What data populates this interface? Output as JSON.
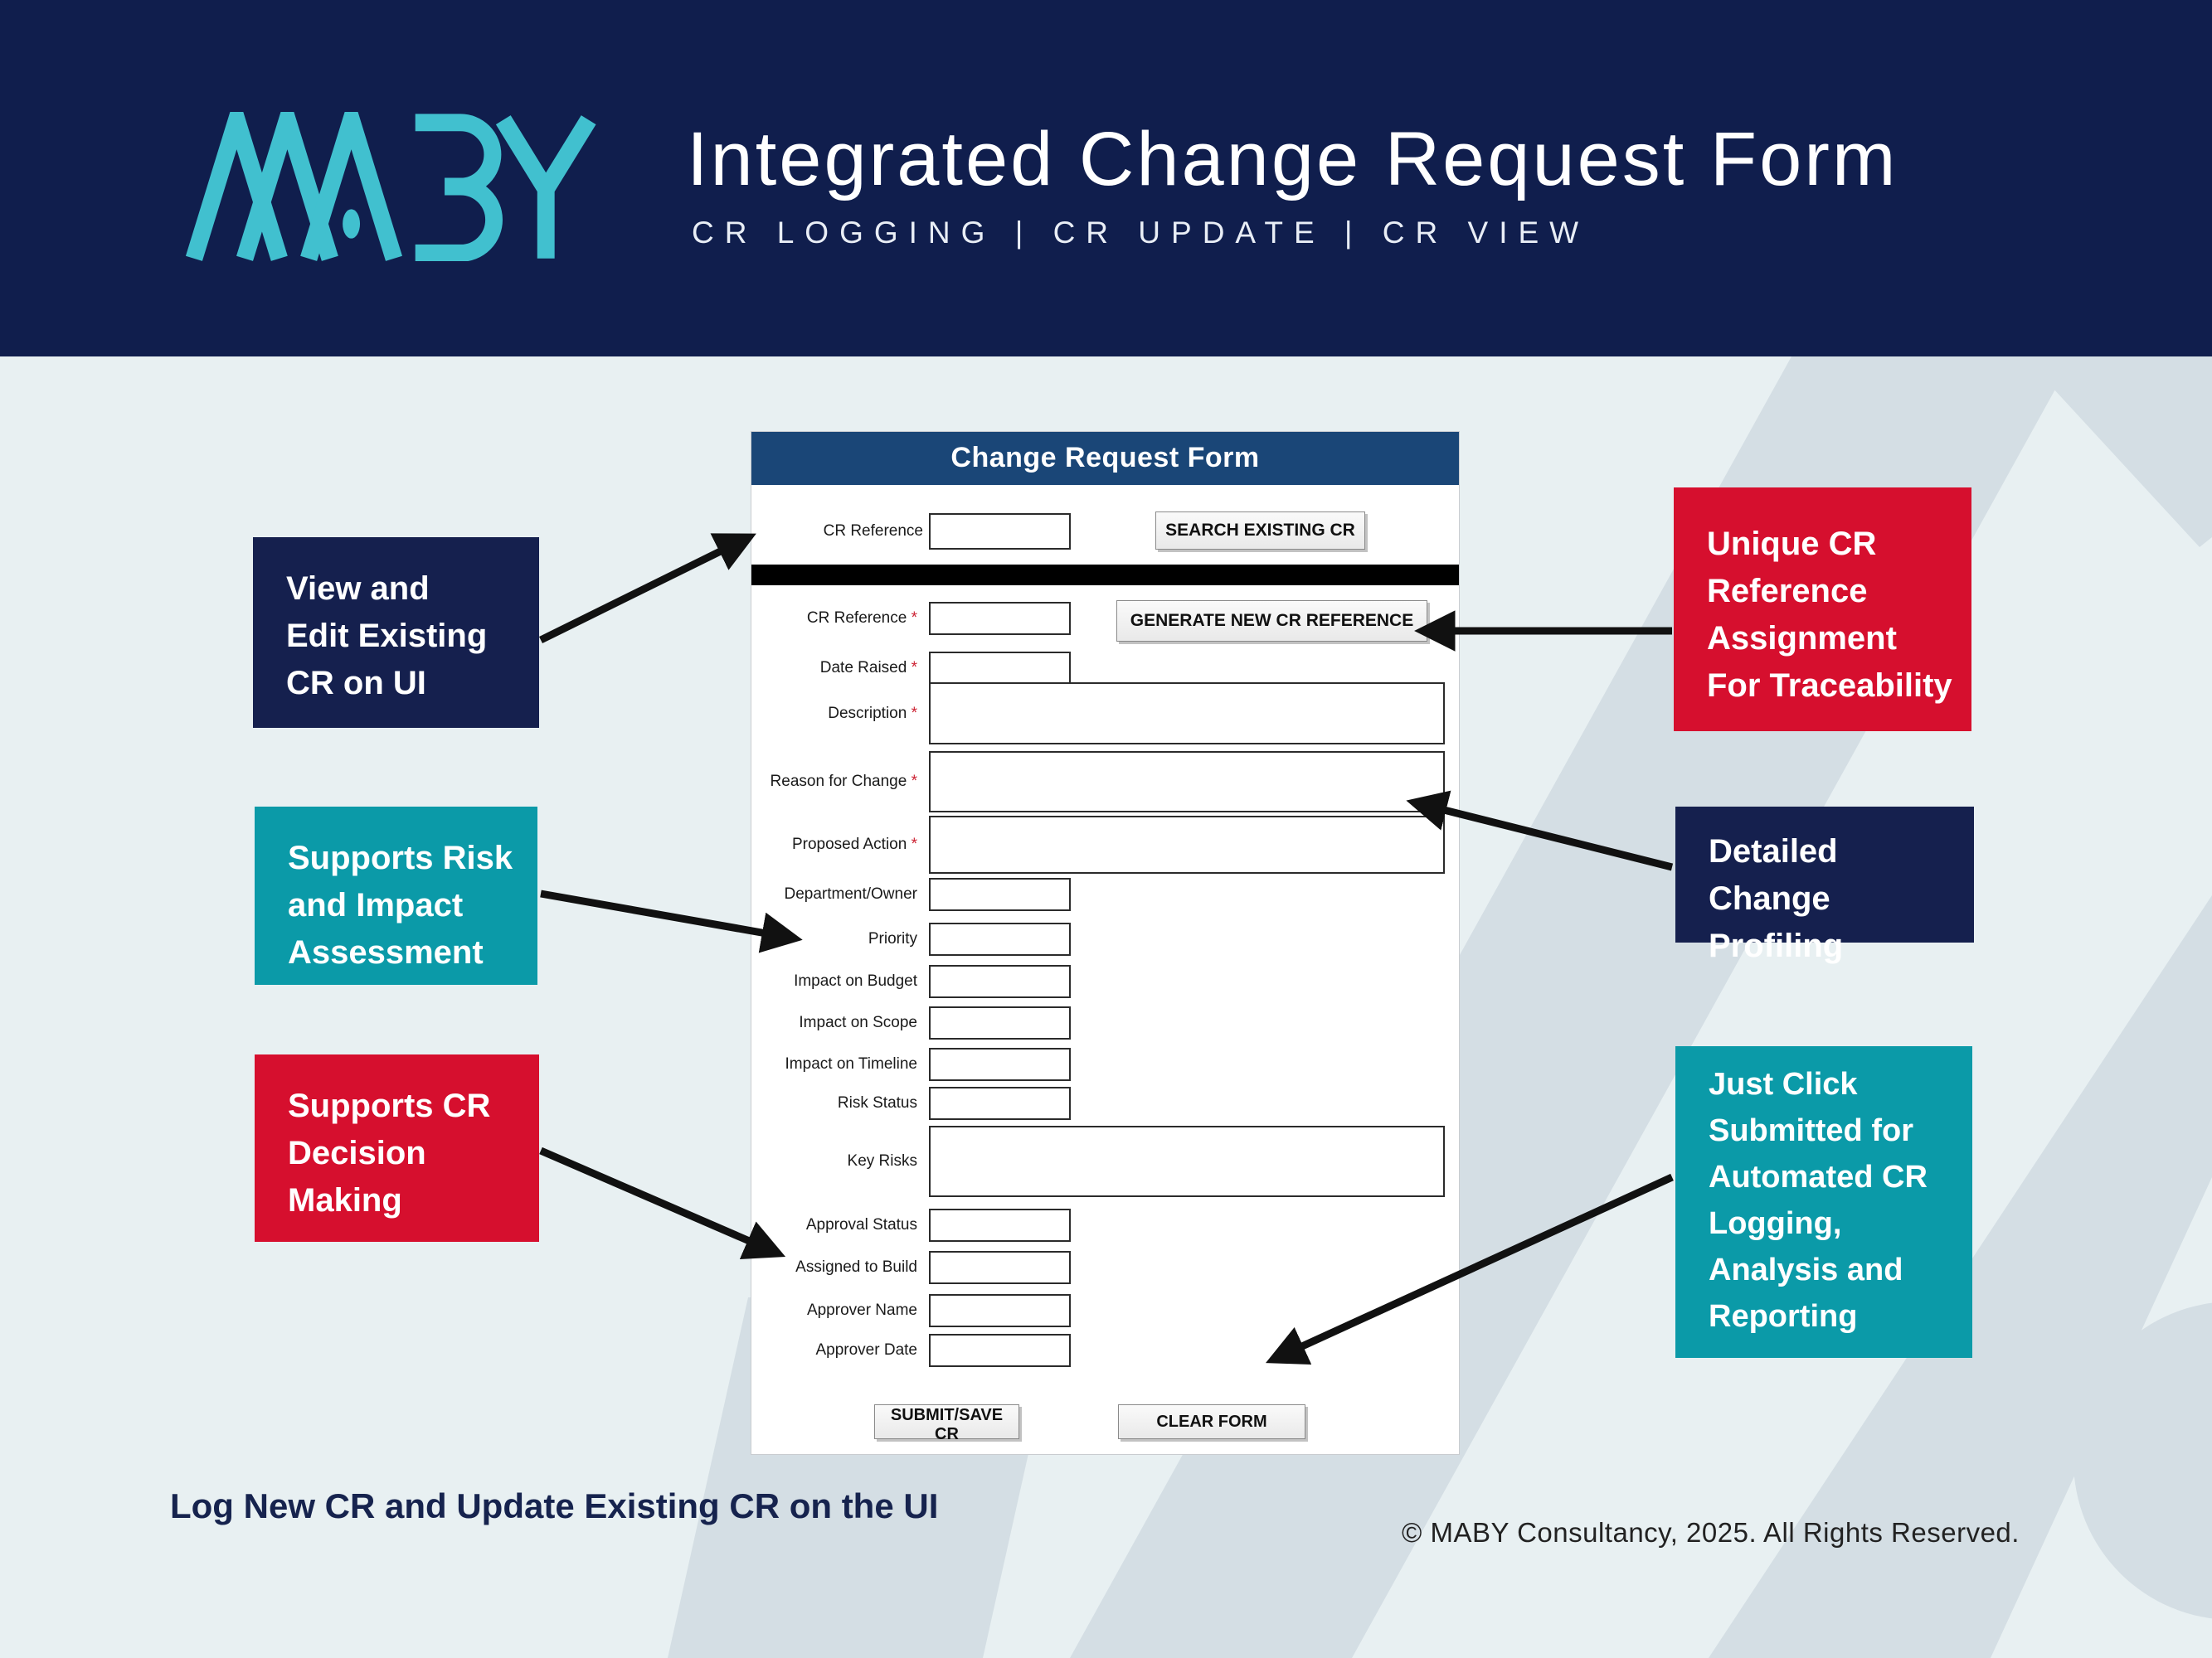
{
  "header": {
    "logo": "MABY",
    "title": "Integrated Change Request Form",
    "subtitle": "CR LOGGING | CR UPDATE | CR VIEW"
  },
  "form": {
    "title": "Change Request Form",
    "required_marker": "*",
    "search": {
      "label": "CR Reference",
      "button": "SEARCH EXISTING  CR"
    },
    "generate_button": "GENERATE NEW CR REFERENCE",
    "submit_button": "SUBMIT/SAVE CR",
    "clear_button": "CLEAR FORM",
    "fields": [
      {
        "name": "cr-reference",
        "label": "CR Reference",
        "required": true,
        "type": "input"
      },
      {
        "name": "date-raised",
        "label": "Date Raised",
        "required": true,
        "type": "input"
      },
      {
        "name": "description",
        "label": "Description",
        "required": true,
        "type": "textarea"
      },
      {
        "name": "reason-for-change",
        "label": "Reason for Change",
        "required": true,
        "type": "textarea"
      },
      {
        "name": "proposed-action",
        "label": "Proposed Action",
        "required": true,
        "type": "textarea"
      },
      {
        "name": "department-owner",
        "label": "Department/Owner",
        "required": false,
        "type": "input"
      },
      {
        "name": "priority",
        "label": "Priority",
        "required": false,
        "type": "input"
      },
      {
        "name": "impact-on-budget",
        "label": "Impact on Budget",
        "required": false,
        "type": "input"
      },
      {
        "name": "impact-on-scope",
        "label": "Impact on Scope",
        "required": false,
        "type": "input"
      },
      {
        "name": "impact-on-timeline",
        "label": "Impact on Timeline",
        "required": false,
        "type": "input"
      },
      {
        "name": "risk-status",
        "label": "Risk Status",
        "required": false,
        "type": "input"
      },
      {
        "name": "key-risks",
        "label": "Key Risks",
        "required": false,
        "type": "textarea"
      },
      {
        "name": "approval-status",
        "label": "Approval Status",
        "required": false,
        "type": "input"
      },
      {
        "name": "assigned-to-build",
        "label": "Assigned to Build",
        "required": false,
        "type": "input"
      },
      {
        "name": "approver-name",
        "label": "Approver Name",
        "required": false,
        "type": "input"
      },
      {
        "name": "approver-date",
        "label": "Approver Date",
        "required": false,
        "type": "input"
      }
    ]
  },
  "callouts": [
    {
      "id": "view-edit",
      "color": "navy",
      "text": "View and\nEdit Existing\nCR on UI"
    },
    {
      "id": "risk-impact",
      "color": "teal",
      "text": "Supports Risk\nand Impact\nAssessment"
    },
    {
      "id": "decision",
      "color": "red",
      "text": "Supports CR\nDecision\nMaking"
    },
    {
      "id": "unique-ref",
      "color": "red",
      "text": "Unique CR\nReference\nAssignment\nFor Traceability"
    },
    {
      "id": "profiling",
      "color": "navy",
      "text": "Detailed Change\nProfiling"
    },
    {
      "id": "automation",
      "color": "teal",
      "text": "Just Click\nSubmitted for\nAutomated CR\nLogging,\nAnalysis and\nReporting"
    }
  ],
  "footer": {
    "tagline": "Log New CR and Update Existing CR on the UI",
    "copyright": "© MABY Consultancy, 2025. All Rights Reserved."
  },
  "colors": {
    "navy": "#15204e",
    "teal": "#0b9aa8",
    "red": "#d60f2e",
    "header": "#101e4d",
    "form_header": "#1a4677",
    "logo": "#41c0cf",
    "background": "#e8f0f2",
    "watermark": "#d4dee4",
    "arrow": "#111111"
  }
}
